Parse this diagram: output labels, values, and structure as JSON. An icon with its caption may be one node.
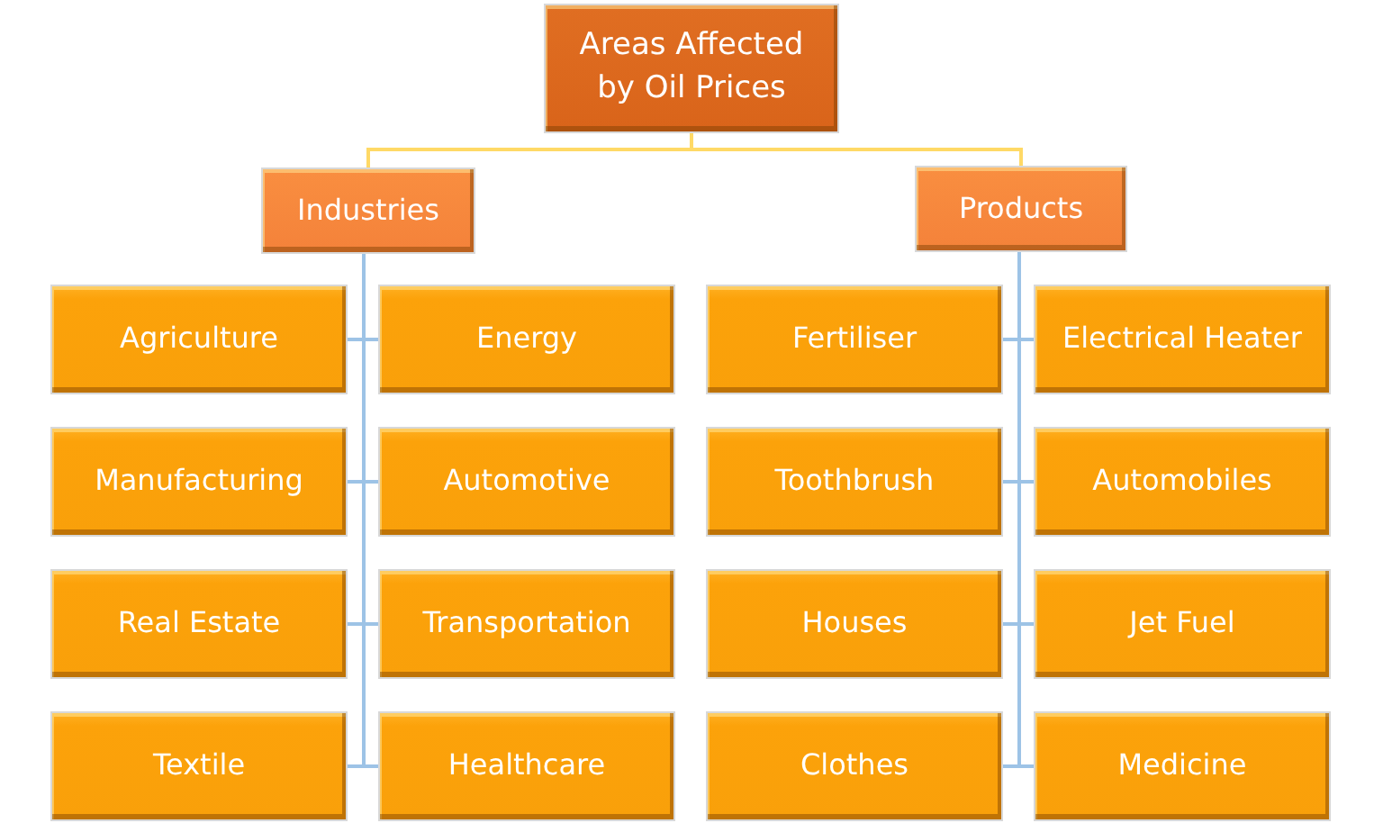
{
  "diagram": {
    "nodes": [
      {
        "text": [
          "Areas Affected by Oil Prices"
        ]
      },
      {
        "text": [
          "Industries"
        ]
      },
      {
        "text": [
          "Products"
        ]
      },
      {
        "text": [
          "Agriculture"
        ]
      },
      {
        "text": [
          "Energy"
        ]
      },
      {
        "text": [
          "Manufacturing"
        ]
      },
      {
        "text": [
          "Automotive"
        ]
      },
      {
        "text": [
          "Real Estate"
        ]
      },
      {
        "text": [
          "Transportation"
        ]
      },
      {
        "text": [
          "Textile"
        ]
      },
      {
        "text": [
          "Healthcare"
        ]
      },
      {
        "text": [
          "Fertiliser"
        ]
      },
      {
        "text": [
          "Electrical Heater"
        ]
      },
      {
        "text": [
          "Toothbrush"
        ]
      },
      {
        "text": [
          "Automobiles"
        ]
      },
      {
        "text": [
          "Houses"
        ]
      },
      {
        "text": [
          "Jet Fuel"
        ]
      },
      {
        "text": [
          "Clothes"
        ]
      },
      {
        "text": [
          "Medicine"
        ]
      }
    ],
    "edges": [
      {
        "from": 0,
        "to": 1,
        "arrow": "none",
        "color": "#ffd966"
      },
      {
        "from": 0,
        "to": 2,
        "arrow": "none",
        "color": "#ffd966"
      },
      {
        "from": 1,
        "to": 3,
        "arrow": "none"
      },
      {
        "from": 1,
        "to": 4,
        "arrow": "none"
      },
      {
        "from": 1,
        "to": 5,
        "arrow": "none"
      },
      {
        "from": 1,
        "to": 6,
        "arrow": "none"
      },
      {
        "from": 1,
        "to": 7,
        "arrow": "none"
      },
      {
        "from": 1,
        "to": 8,
        "arrow": "none"
      },
      {
        "from": 1,
        "to": 9,
        "arrow": "none"
      },
      {
        "from": 1,
        "to": 10,
        "arrow": "none"
      },
      {
        "from": 2,
        "to": 11,
        "arrow": "none"
      },
      {
        "from": 2,
        "to": 12,
        "arrow": "none"
      },
      {
        "from": 2,
        "to": 13,
        "arrow": "none"
      },
      {
        "from": 2,
        "to": 14,
        "arrow": "none"
      },
      {
        "from": 2,
        "to": 15,
        "arrow": "none"
      },
      {
        "from": 2,
        "to": 16,
        "arrow": "none"
      },
      {
        "from": 2,
        "to": 17,
        "arrow": "none"
      },
      {
        "from": 2,
        "to": 18,
        "arrow": "none"
      }
    ]
  }
}
